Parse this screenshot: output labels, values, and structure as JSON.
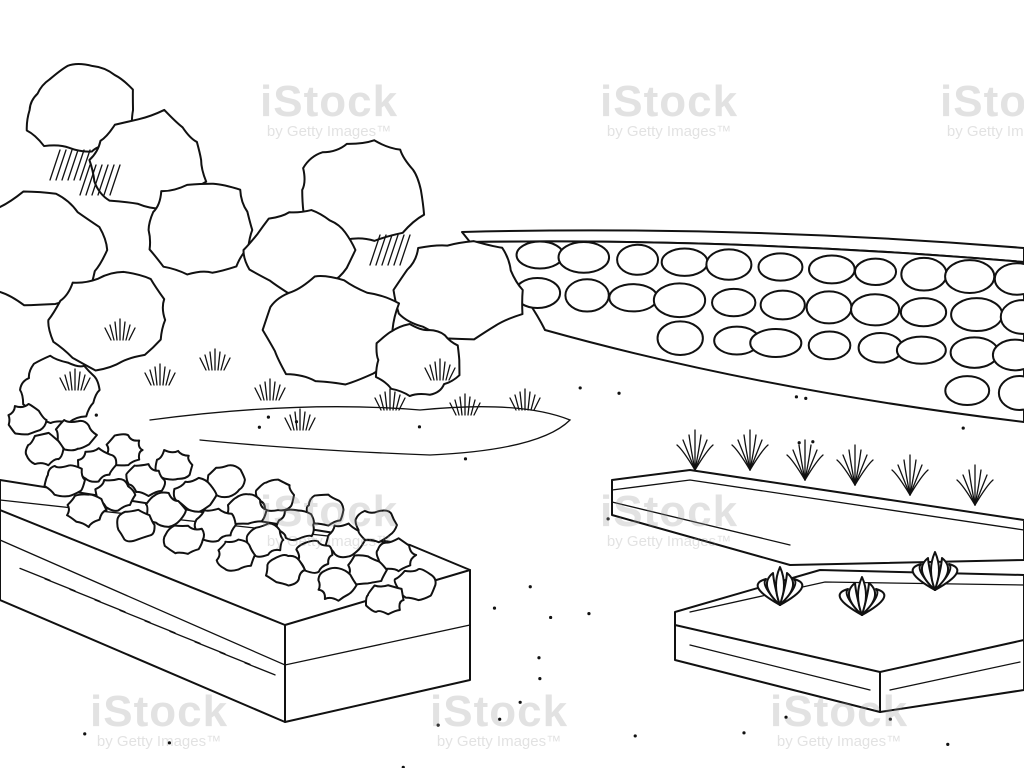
{
  "image": {
    "subject": "garden-sketch",
    "colors": {
      "line": "#111111",
      "background": "#ffffff"
    }
  },
  "watermark": {
    "brand": "iStock",
    "credit": "by Getty Images™"
  }
}
